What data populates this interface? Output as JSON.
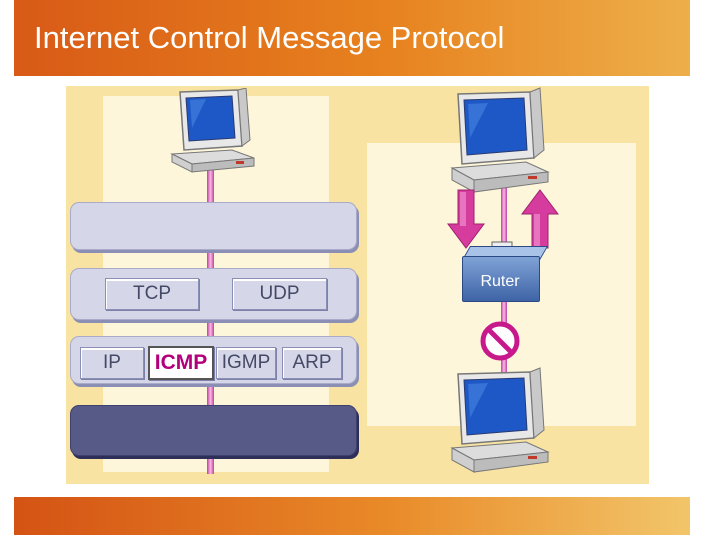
{
  "title": "Internet Control Message Protocol",
  "protocols": {
    "tcp": "TCP",
    "udp": "UDP",
    "ip": "IP",
    "icmp": "ICMP",
    "igmp": "IGMP",
    "arp": "ARP"
  },
  "router_label": "Ruter",
  "colors": {
    "title_bar": "#e07020",
    "background_panel": "#f8e3a3",
    "layer_light": "#d5d6e8",
    "layer_dark": "#575987",
    "cable": "#d84fb0",
    "arrow": "#d63c9e",
    "icmp_text": "#b3007a",
    "router": "#4f73b5",
    "block_sign": "#c8198c"
  },
  "icons": [
    "computer-icon",
    "router-icon",
    "down-arrow-icon",
    "up-arrow-icon",
    "blocked-sign-icon"
  ]
}
